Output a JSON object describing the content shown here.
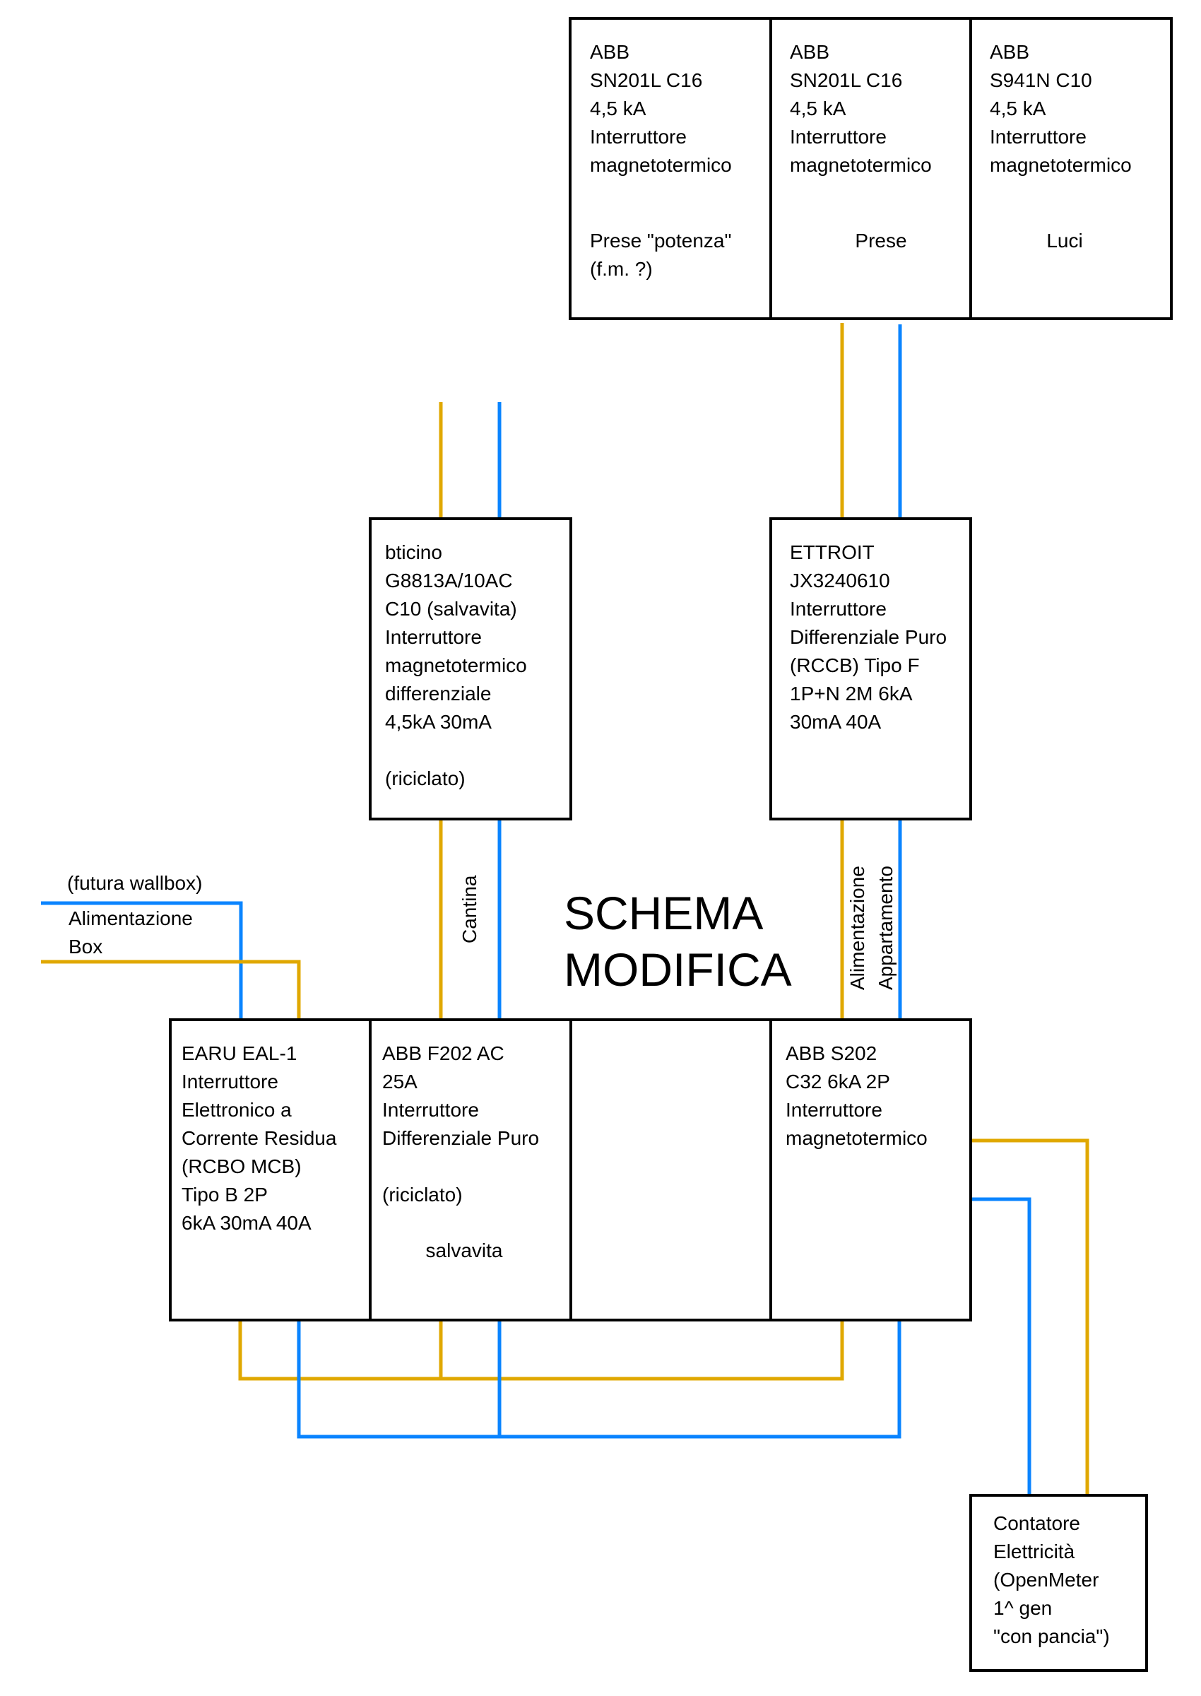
{
  "title": {
    "lines": [
      "SCHEMA",
      "MODIFICA"
    ]
  },
  "colors": {
    "phase_wire": "#E0A800",
    "neutral_wire": "#0A84FF",
    "outline": "#000000",
    "background": "#ffffff"
  },
  "components": {
    "top_row": [
      {
        "lines": [
          "ABB",
          "SN201L C16",
          "4,5 kA",
          "Interruttore",
          "magnetotermico"
        ],
        "circuit": [
          "Prese \"potenza\"",
          "(f.m. ?)"
        ]
      },
      {
        "lines": [
          "ABB",
          "SN201L C16",
          "4,5 kA",
          "Interruttore",
          "magnetotermico"
        ],
        "circuit": [
          "Prese"
        ]
      },
      {
        "lines": [
          "ABB",
          "S941N C10",
          "4,5 kA",
          "Interruttore",
          "magnetotermico"
        ],
        "circuit": [
          "Luci"
        ]
      }
    ],
    "bticino": {
      "lines": [
        "bticino",
        "G8813A/10AC",
        "C10 (salvavita)",
        "Interruttore",
        "magnetotermico",
        "differenziale",
        "4,5kA 30mA",
        "",
        "(riciclato)"
      ]
    },
    "ettroit": {
      "lines": [
        "ETTROIT",
        "JX3240610",
        "Interruttore",
        "Differenziale Puro",
        "(RCCB) Tipo F",
        "1P+N 2M 6kA",
        "30mA 40A"
      ]
    },
    "bottom_row": [
      {
        "lines": [
          "EARU EAL-1",
          "Interruttore",
          "Elettronico a",
          "Corrente Residua",
          "(RCBO MCB)",
          "Tipo B 2P",
          "6kA 30mA 40A"
        ]
      },
      {
        "lines": [
          "ABB F202 AC",
          "25A",
          "Interruttore",
          "Differenziale Puro",
          "",
          "(riciclato)"
        ],
        "note": "salvavita"
      },
      {
        "lines": []
      },
      {
        "lines": [
          "ABB S202",
          "C32 6kA 2P",
          "Interruttore",
          "magnetotermico"
        ]
      }
    ],
    "meter": {
      "lines": [
        "Contatore",
        "Elettricità",
        "(OpenMeter",
        "1^ gen",
        "\"con pancia\")"
      ]
    }
  },
  "wire_labels": {
    "cantina": "Cantina",
    "appartamento": [
      "Alimentazione",
      "Appartamento"
    ],
    "wallbox_note": "(futura wallbox)",
    "box_feed": [
      "Alimentazione",
      "Box"
    ]
  }
}
